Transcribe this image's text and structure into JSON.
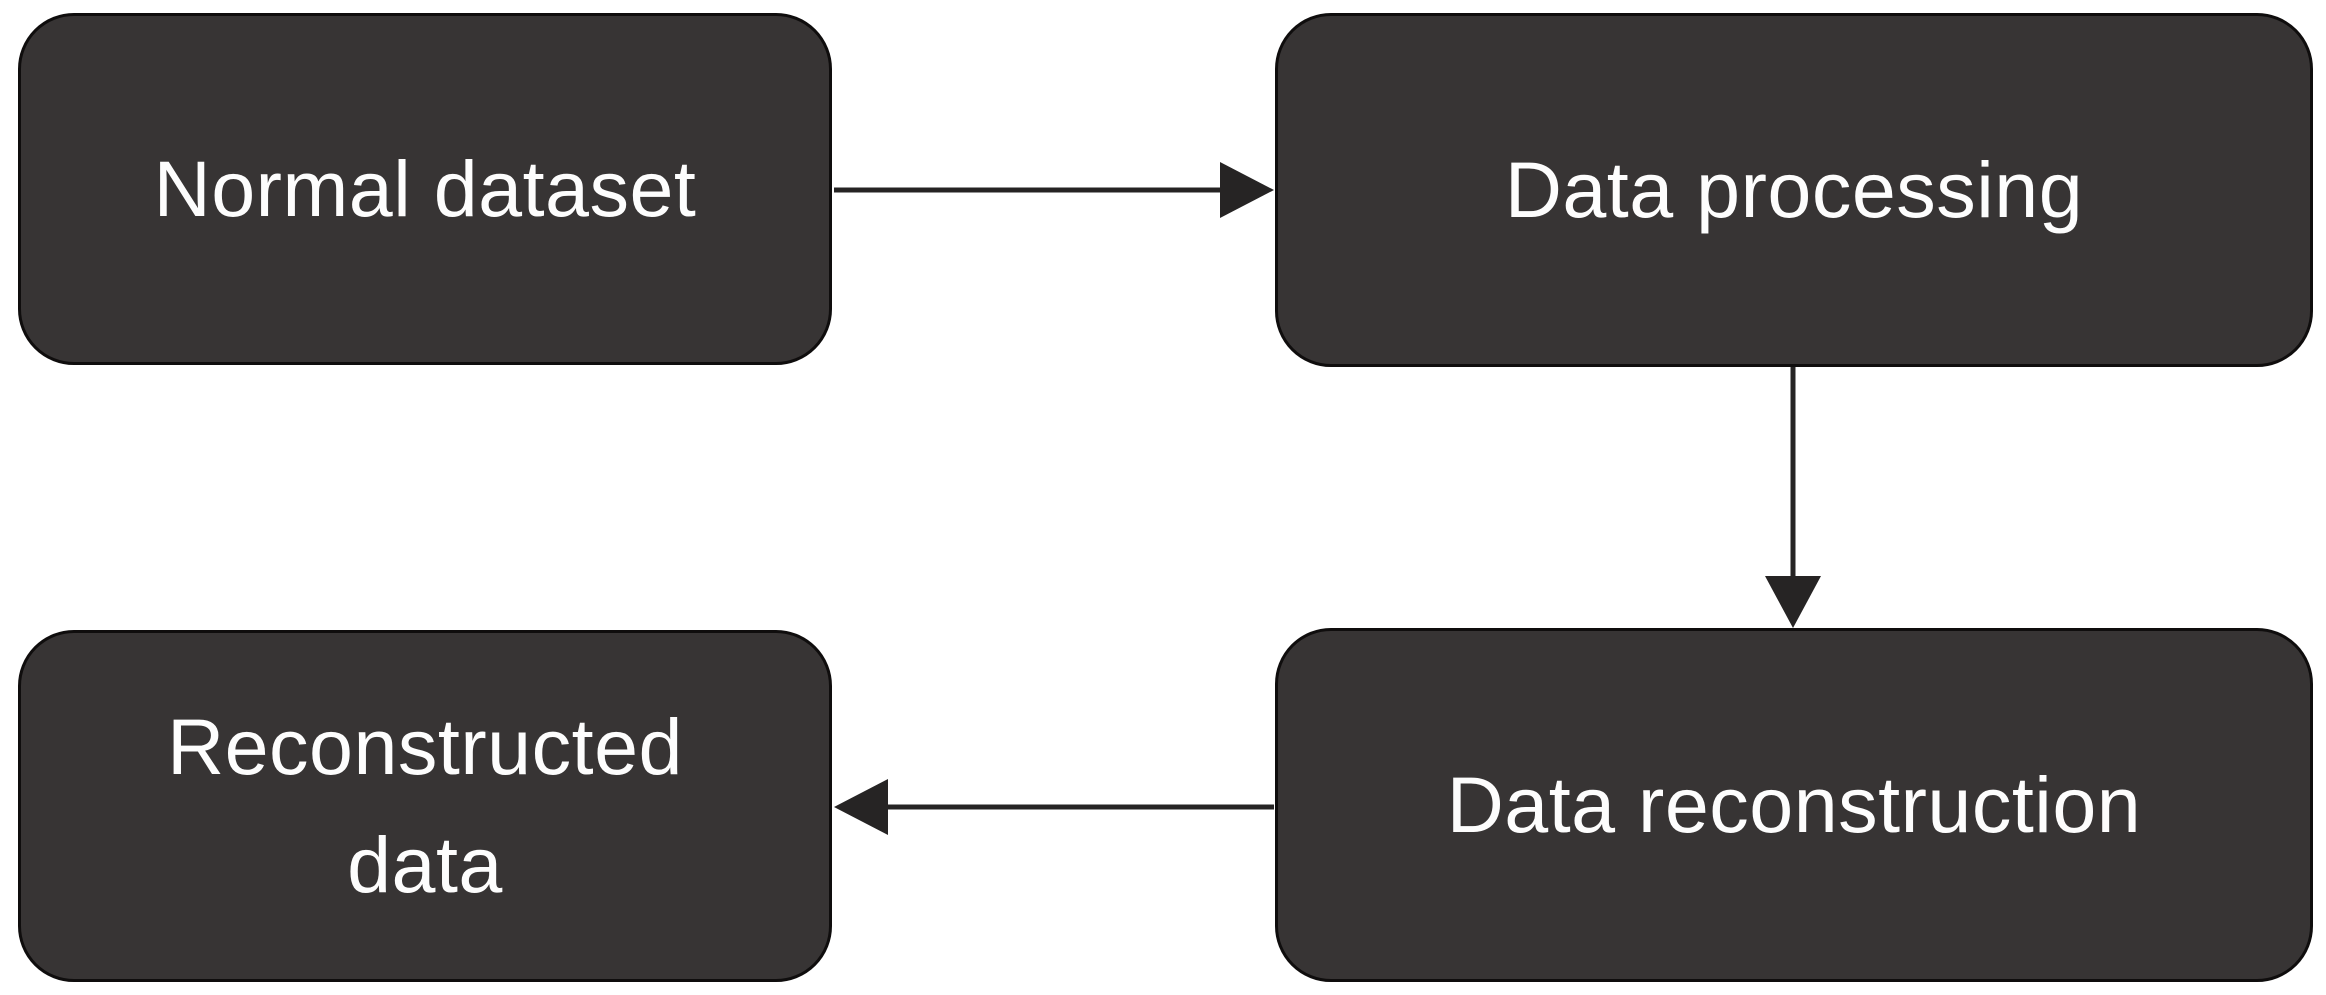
{
  "diagram": {
    "type": "flowchart",
    "nodes": {
      "normal_dataset": {
        "label": "Normal dataset",
        "lines": [
          "Normal dataset"
        ]
      },
      "data_processing": {
        "label": "Data processing",
        "lines": [
          "Data processing"
        ]
      },
      "data_reconstruction": {
        "label": "Data reconstruction",
        "lines": [
          "Data reconstruction"
        ]
      },
      "reconstructed_data": {
        "label": "Reconstructed data",
        "lines": [
          "Reconstructed",
          "data"
        ]
      }
    },
    "edges": [
      {
        "from": "Normal dataset",
        "to": "Data processing",
        "direction": "right"
      },
      {
        "from": "Data processing",
        "to": "Data reconstruction",
        "direction": "down"
      },
      {
        "from": "Data reconstruction",
        "to": "Reconstructed data",
        "direction": "left"
      }
    ],
    "colors": {
      "node_fill": "#373434",
      "node_border": "#0f0d0d",
      "node_text": "#fdfdfd",
      "arrow": "#262424",
      "background": "#ffffff"
    }
  }
}
